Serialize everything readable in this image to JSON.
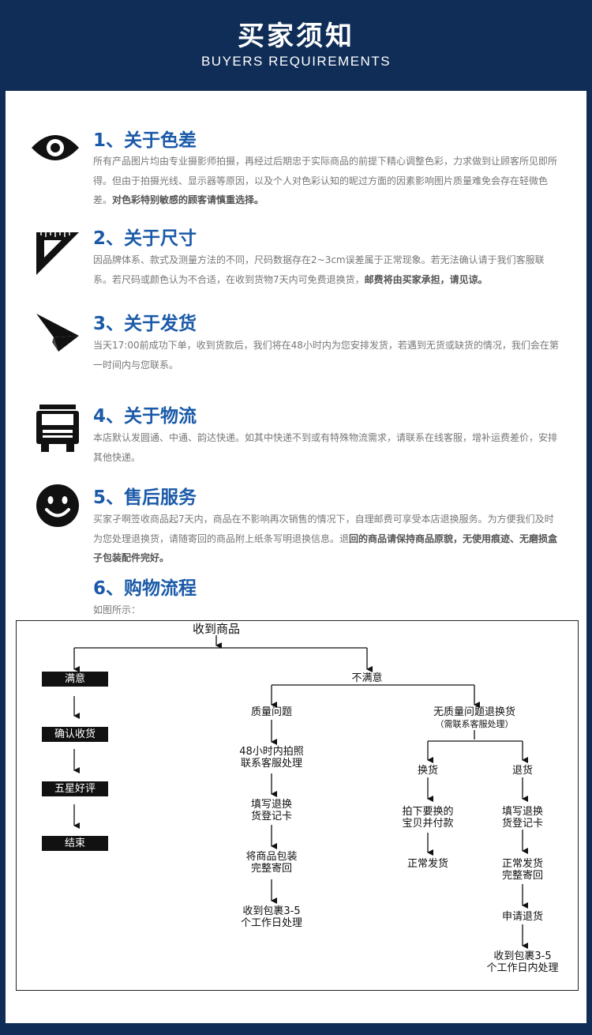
{
  "header": {
    "title_cn": "买家须知",
    "title_en": "BUYERS REQUIREMENTS"
  },
  "sections": [
    {
      "title": "1、关于色差",
      "body": "所有产品图片均由专业摄影师拍摄，再经过后期忠于实际商品的前提下精心调整色彩，力求做到让顾客所见即所得。但由于拍摄光线、显示器等原因，以及个人对色彩认知的昵过方面的因素影响图片质量难免会存在轻微色差。",
      "body_bold": "对色彩特别敏感的顾客请慎重选择。",
      "icon": "eye-icon"
    },
    {
      "title": "2、关于尺寸",
      "body": "因品牌体系、款式及测量方法的不同，尺码数据存在2~3cm误差属于正常现象。若无法确认请于我们客服联系。若尺码或颜色认为不合适，在收到货物7天内可免费退换货，",
      "body_bold": "邮费将由买家承担，请见谅。",
      "icon": "ruler-triangle-icon"
    },
    {
      "title": "3、关于发货",
      "body": "当天17:00前成功下单，收到货款后，我们将在48小时内为您安排发货，若遇到无货或缺货的情况，我们会在第一时间内与您联系。",
      "body_bold": "",
      "icon": "paper-plane-icon"
    },
    {
      "title": "4、关于物流",
      "body": "本店默认发圆通、中通、韵达快递。如其中快递不到或有特殊物流需求，请联系在线客服，增补运费差价，安排其他快递。",
      "body_bold": "",
      "icon": "truck-icon"
    },
    {
      "title": "5、售后服务",
      "body": "买家孑啊签收商品起7天内，商品在不影响再次销售的情况下，自理邮费可享受本店退换服务。为方便我们及时为您处理退换货，请随寄回的商品附上纸条写明退换信息。退",
      "body_bold": "回的商品请保持商品原貌，无使用痕迹、无磨损盒子包装配件完好。",
      "icon": "smiley-icon"
    },
    {
      "title": "6、购物流程",
      "body": "如图所示：",
      "body_bold": "",
      "icon": ""
    }
  ],
  "flow": {
    "root": "收到商品",
    "satisfied": [
      "满意",
      "确认收货",
      "五星好评",
      "结束"
    ],
    "unsatisfied": "不满意",
    "quality_issue": "质量问题",
    "quality_steps": [
      [
        "48小时内拍照",
        "联系客服处理"
      ],
      [
        "填写退换",
        "货登记卡"
      ],
      [
        "将商品包装",
        "完整寄回"
      ],
      [
        "收到包裹3-5",
        "个工作日处理"
      ]
    ],
    "no_quality_issue": "无质量问题退换货",
    "contact_note": "（需联系客服处理）",
    "exchange": "换货",
    "exchange_steps": [
      [
        "拍下要换的",
        "宝贝并付款"
      ],
      [
        "正常发货"
      ]
    ],
    "return": "退货",
    "return_steps": [
      [
        "填写退换",
        "货登记卡"
      ],
      [
        "正常发货",
        "完整寄回"
      ],
      [
        "申请退货"
      ],
      [
        "收到包裹3-5",
        "个工作日内处理"
      ]
    ]
  }
}
